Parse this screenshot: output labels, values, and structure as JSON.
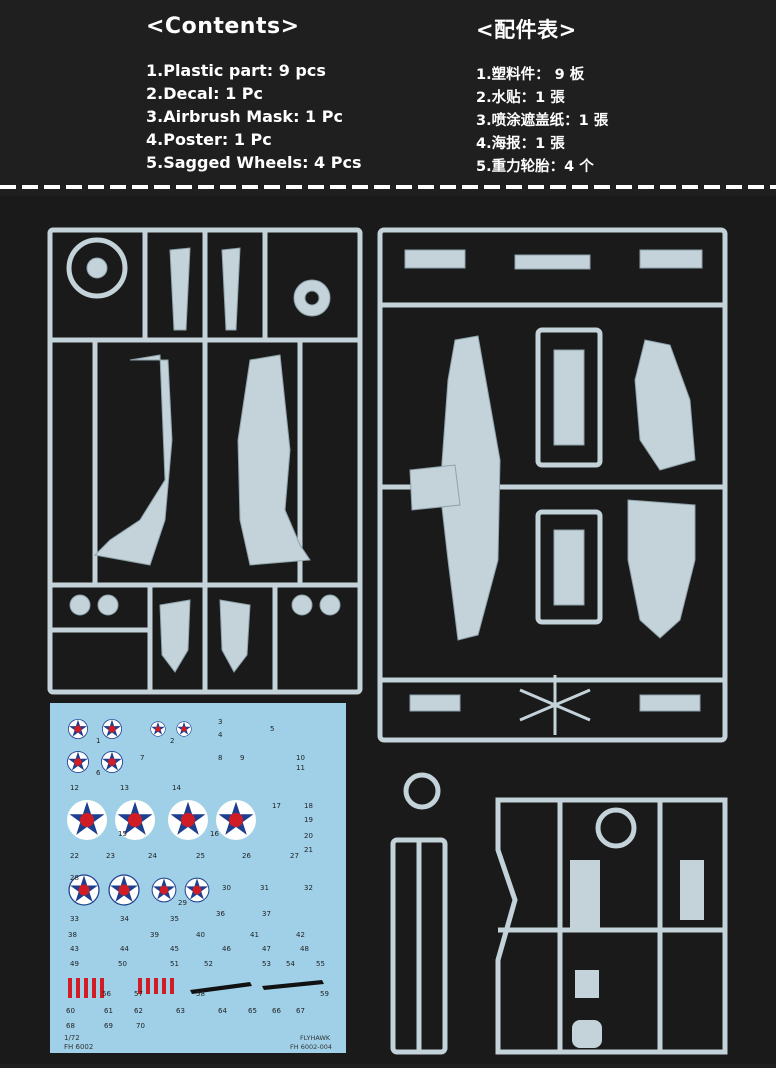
{
  "contents_en": {
    "title": "<Contents>",
    "items": [
      "1.Plastic part: 9 pcs",
      "2.Decal: 1 Pc",
      "3.Airbrush Mask: 1 Pc",
      "4.Poster: 1 Pc",
      "5.Sagged Wheels: 4 Pcs"
    ]
  },
  "contents_cn": {
    "title": "<配件表>",
    "items": [
      "1.塑料件： 9 板",
      "2.水贴：1 張",
      "3.喷涂遮盖纸：1 張",
      "4.海报：1 張",
      "5.重力轮胎：4 个"
    ]
  },
  "decal_sheet": {
    "scale": "1/72",
    "code_left": "FH 6002",
    "brand": "FLYHAWK",
    "code_right": "FH 6002-004",
    "numbers": [
      "1",
      "2",
      "3",
      "4",
      "5",
      "6",
      "7",
      "8",
      "9",
      "10",
      "11",
      "12",
      "13",
      "14",
      "15",
      "16",
      "17",
      "18",
      "19",
      "20",
      "21",
      "22",
      "23",
      "24",
      "25",
      "26",
      "27",
      "28",
      "29",
      "30",
      "31",
      "32",
      "33",
      "34",
      "35",
      "36",
      "37",
      "38",
      "39",
      "40",
      "41",
      "42",
      "43",
      "44",
      "45",
      "46",
      "47",
      "48",
      "49",
      "50",
      "51",
      "52",
      "53",
      "54",
      "55",
      "56",
      "57",
      "58",
      "59",
      "60",
      "61",
      "62",
      "63",
      "64",
      "65",
      "66",
      "67",
      "68",
      "69",
      "70"
    ]
  },
  "colors": {
    "background": "#1f1f1f",
    "sprue": "#c3d3d9",
    "decal_paper": "#9fd0e8",
    "roundel_blue": "#1e3f8f",
    "roundel_red": "#d01c24",
    "text": "#ffffff"
  }
}
